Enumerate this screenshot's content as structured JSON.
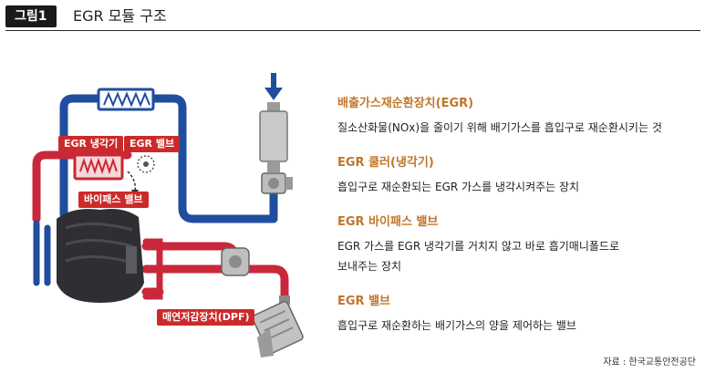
{
  "header": {
    "badge": "그림1",
    "title": "EGR 모듈 구조"
  },
  "labels": {
    "egr_cooler": "EGR 냉각기",
    "egr_valve": "EGR 밸브",
    "bypass_valve": "바이패스 밸브",
    "dpf": "매연저감장치(DPF)"
  },
  "descriptions": [
    {
      "heading": "배출가스재순환장치(EGR)",
      "text": "질소산화물(NOx)을 줄이기 위해 배기가스를 흡입구로 재순환시키는 것"
    },
    {
      "heading": "EGR 쿨러(냉각기)",
      "text": "흡입구로 재순환되는 EGR 가스를 냉각시켜주는 장치"
    },
    {
      "heading": "EGR 바이패스 밸브",
      "text": "EGR 가스를 EGR 냉각기를 거치지 않고 바로 흡기매니폴드로",
      "text2": "보내주는 장치"
    },
    {
      "heading": "EGR 밸브",
      "text": "흡입구로 재순환하는 배기가스의 양을 제어하는 밸브"
    }
  ],
  "source": "자료 : 한국교통안전공단",
  "colors": {
    "intake": "#1f4e9e",
    "exhaust": "#c8283a",
    "accent": "#c0762a",
    "engine": "#2f2f33"
  }
}
